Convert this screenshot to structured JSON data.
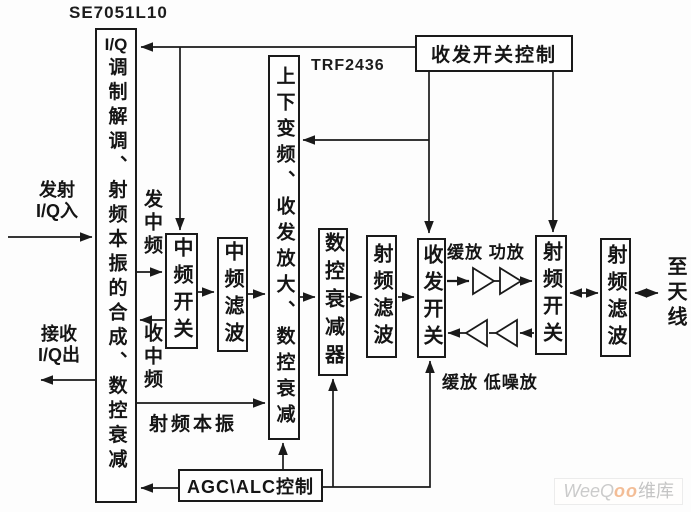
{
  "diagram": {
    "chip1_label": "SE7051L10",
    "chip2_label": "TRF2436",
    "blocks": {
      "iq_head": "I/Q",
      "iq_body": "调制解调、射频本振的合成、数控衰减",
      "if_switch": "中频开关",
      "if_filter": "中频滤波",
      "updown": "上下变频、收发放大、数控衰减",
      "dca": "数控衰减器",
      "rf_filter_left": "射频滤波",
      "trx_switch": "收发开关",
      "rf_switch": "射频开关",
      "rf_filter_right": "射频滤波",
      "trx_ctrl": "收发开关控制",
      "agc_ctrl": "AGC\\ALC控制"
    },
    "labels": {
      "tx_in_line1": "发射",
      "tx_in_line2": "I/Q入",
      "rx_out_line1": "接收",
      "rx_out_line2": "I/Q出",
      "tx_if": "发中频",
      "rx_if": "收中频",
      "rf_lo": "射频本振",
      "buffer_pa": "缓放 功放",
      "buffer_lna": "缓放 低噪放",
      "to_antenna": "至天线"
    }
  },
  "watermark": {
    "latin": "WeeQ",
    "dots": "oo",
    "cjk": "维库"
  },
  "colors": {
    "ink": "#1a1a1a",
    "background": "#fdfdfd",
    "watermark_text": "#c8c8c8",
    "watermark_dots": "#f3bd96",
    "watermark_border": "#ececec"
  }
}
